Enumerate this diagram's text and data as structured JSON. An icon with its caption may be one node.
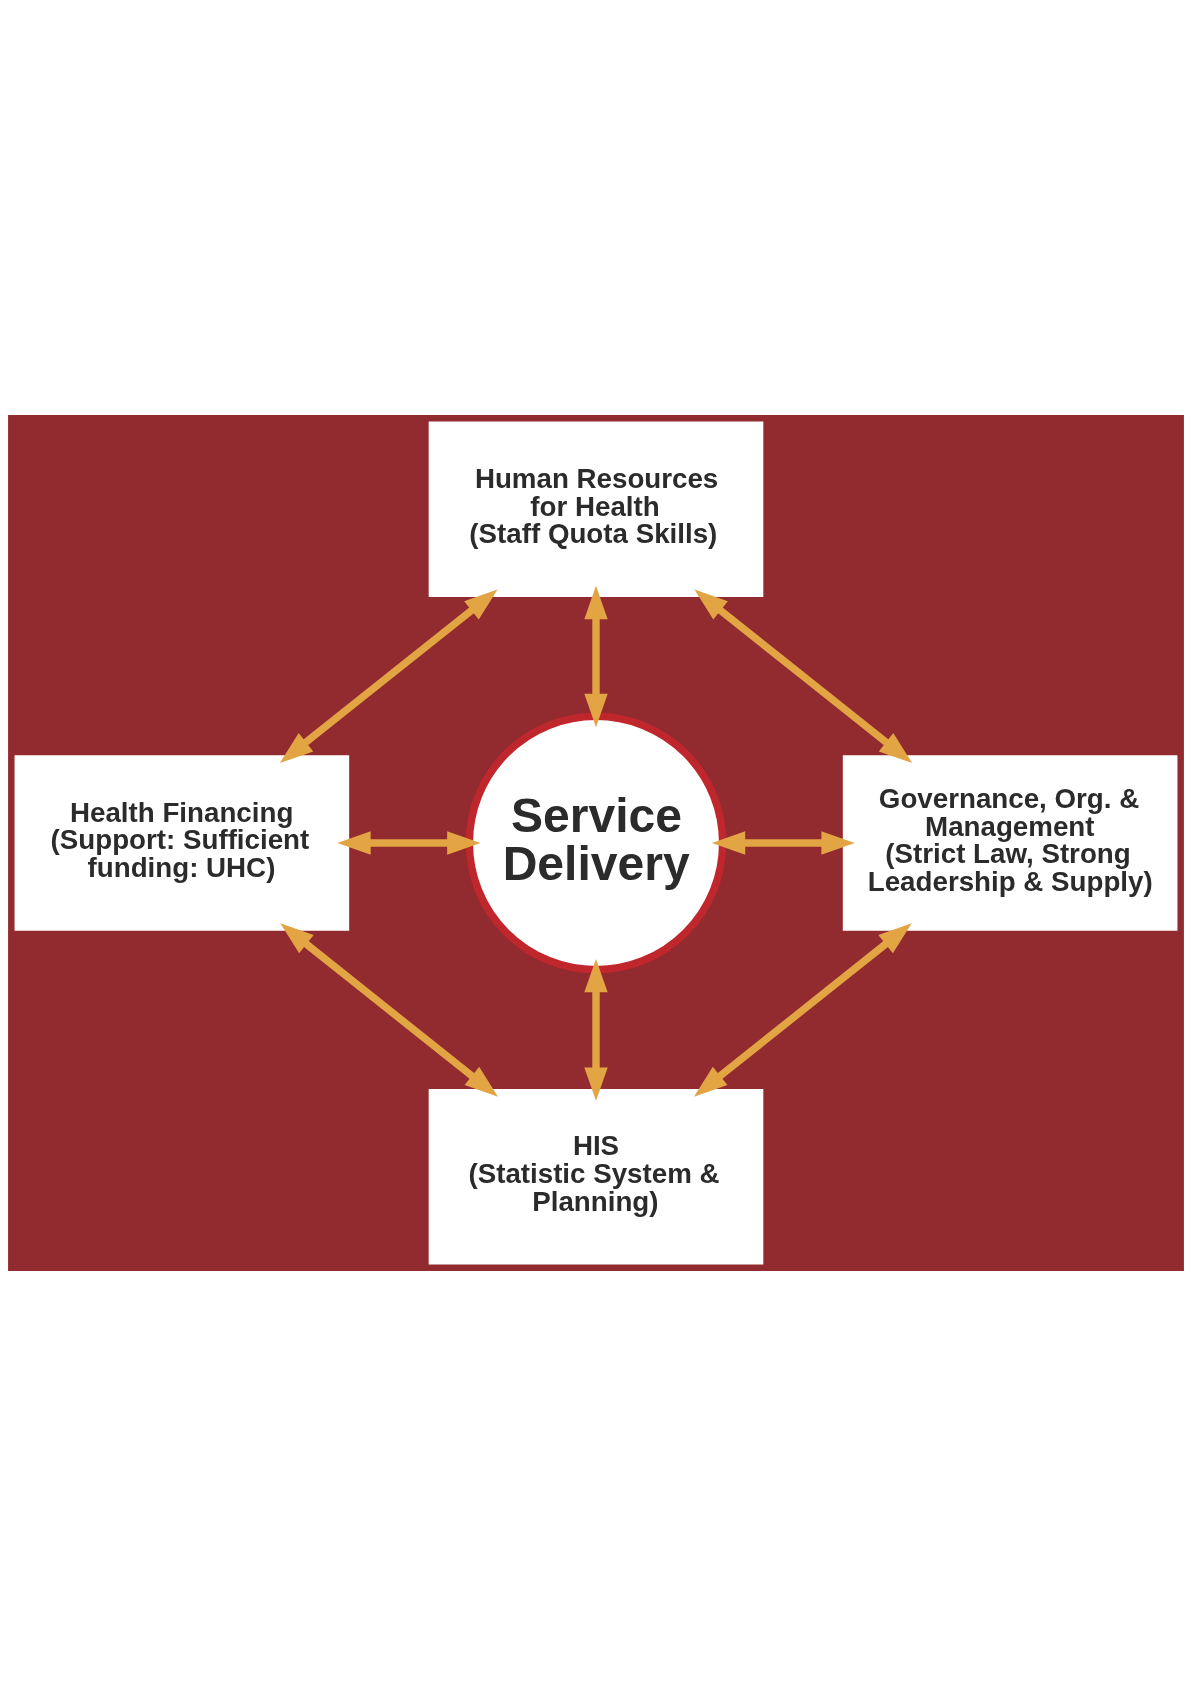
{
  "diagram": {
    "nodes": [
      {
        "text": [
          "Human Resources for Health",
          "(Staff Quota Skills)"
        ]
      },
      {
        "text": [
          "Health Financing",
          "(Support: Sufficient funding: UHC)"
        ]
      },
      {
        "text": [
          "Service Delivery"
        ]
      },
      {
        "text": [
          "Governance, Org. & Management",
          "(Strict Law, Strong Leadership & Supply)"
        ]
      },
      {
        "text": [
          "HIS",
          "(Statistic System & Planning)"
        ]
      }
    ],
    "edges": [
      {
        "from": 0,
        "to": 1,
        "arrow": "both"
      },
      {
        "from": 0,
        "to": 3,
        "arrow": "both"
      },
      {
        "from": 0,
        "to": 2,
        "arrow": "both"
      },
      {
        "from": 1,
        "to": 2,
        "arrow": "both"
      },
      {
        "from": 2,
        "to": 3,
        "arrow": "both"
      },
      {
        "from": 2,
        "to": 4,
        "arrow": "both"
      },
      {
        "from": 1,
        "to": 4,
        "arrow": "both"
      },
      {
        "from": 3,
        "to": 4,
        "arrow": "both"
      }
    ]
  }
}
